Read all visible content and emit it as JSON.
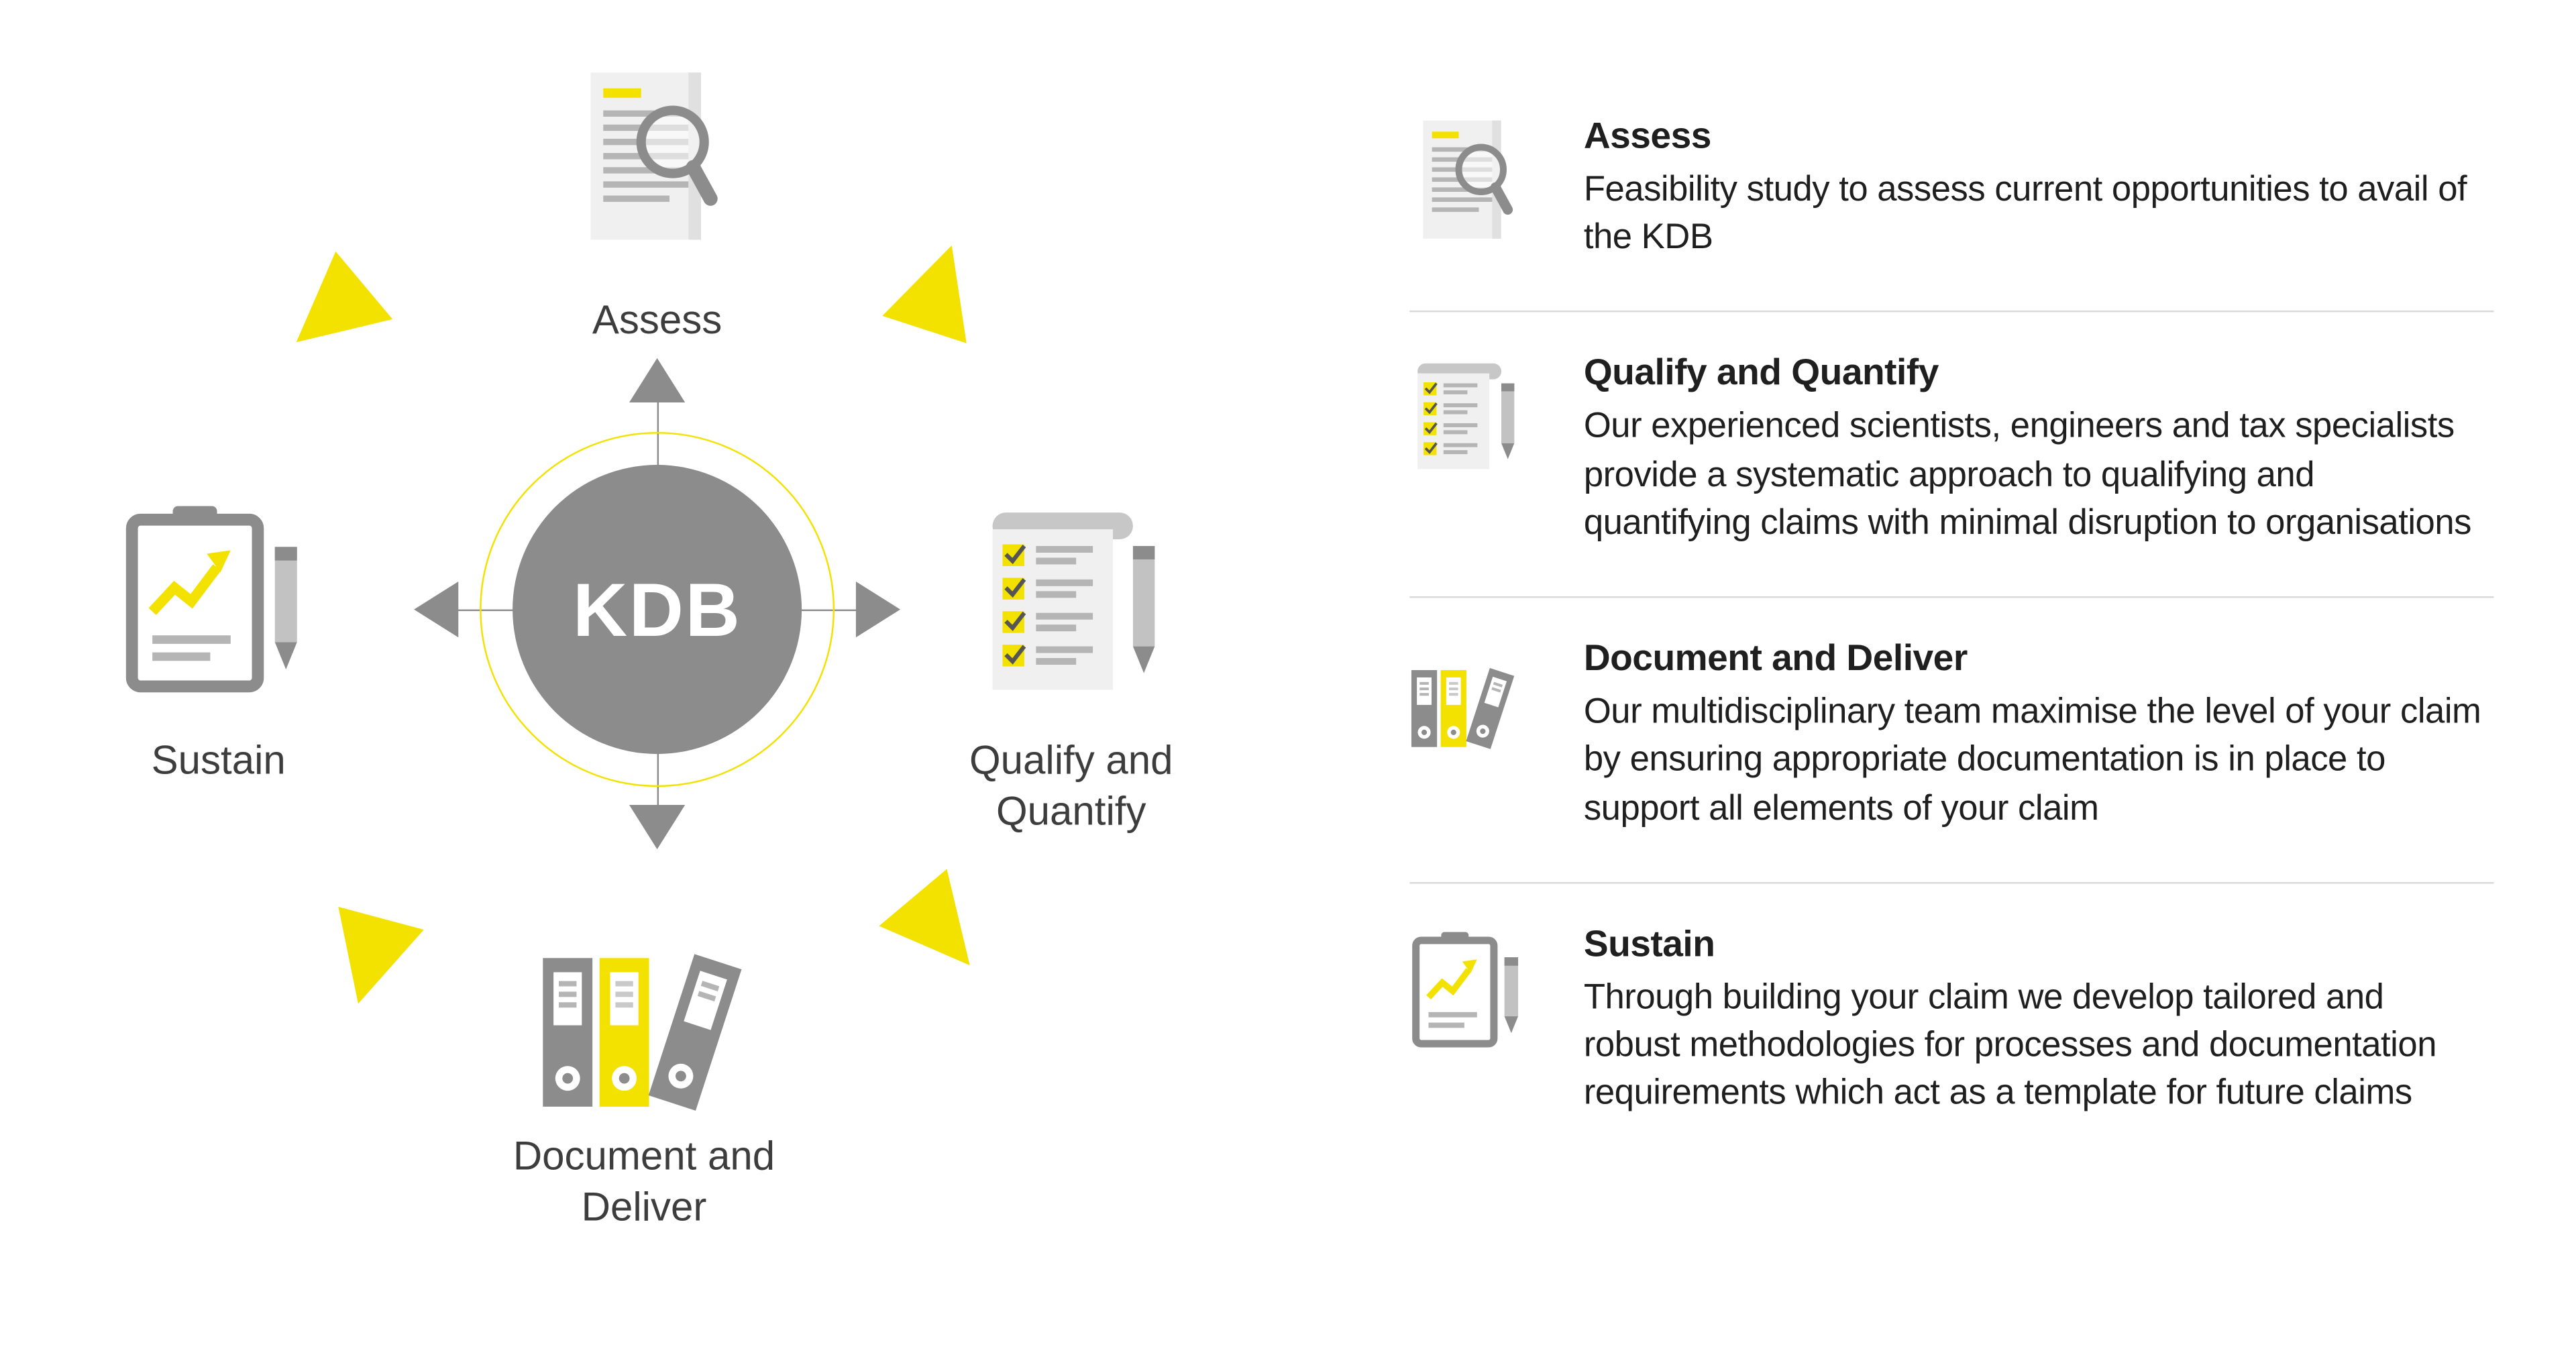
{
  "diagram": {
    "center_label": "KDB",
    "nodes": [
      {
        "label": "Assess",
        "icon": "document-magnifier-icon"
      },
      {
        "label": "Qualify and Quantify",
        "icon": "checklist-pencil-icon"
      },
      {
        "label": "Document and Deliver",
        "icon": "binders-icon"
      },
      {
        "label": "Sustain",
        "icon": "clipboard-chart-icon"
      }
    ]
  },
  "list": {
    "items": [
      {
        "title": "Assess",
        "icon": "document-magnifier-icon",
        "description": "Feasibility study to assess current opportunities to avail of the KDB"
      },
      {
        "title": "Qualify and Quantify",
        "icon": "checklist-pencil-icon",
        "description": "Our experienced scientists, engineers and tax specialists provide a systematic approach to qualifying and quantifying claims with minimal disruption to organisations"
      },
      {
        "title": "Document and Deliver",
        "icon": "binders-icon",
        "description": "Our multidisciplinary team maximise the level of your claim by ensuring appropriate documentation is in place to support all elements of your claim"
      },
      {
        "title": "Sustain",
        "icon": "clipboard-chart-icon",
        "description": "Through building your claim we develop tailored and robust methodologies for processes and documentation requirements which act as a template for future claims"
      }
    ]
  },
  "colors": {
    "accent": "#f3e100",
    "gray": "#8c8c8c",
    "text": "#1f1f1f",
    "divider": "#d9d9d9"
  }
}
